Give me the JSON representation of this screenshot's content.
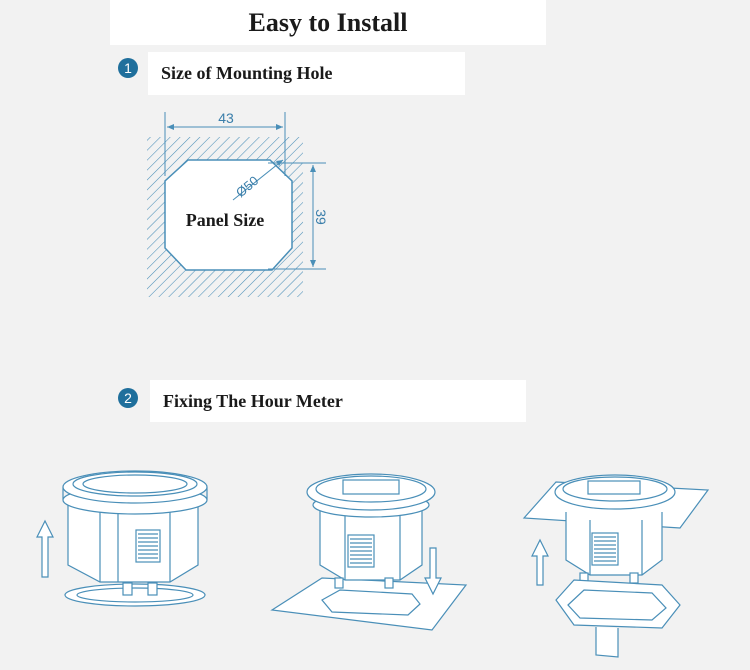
{
  "title": "Easy to Install",
  "step1": {
    "number": "1",
    "label": "Size of Mounting Hole",
    "dim_width": "43",
    "dim_diagonal": "Ø50",
    "dim_height": "39",
    "panel_label": "Panel Size"
  },
  "step2": {
    "number": "2",
    "label": "Fixing The Hour Meter"
  },
  "colors": {
    "accent": "#1f6f9c",
    "drawing_line": "#4a8fb8",
    "background": "#f2f2f2"
  }
}
